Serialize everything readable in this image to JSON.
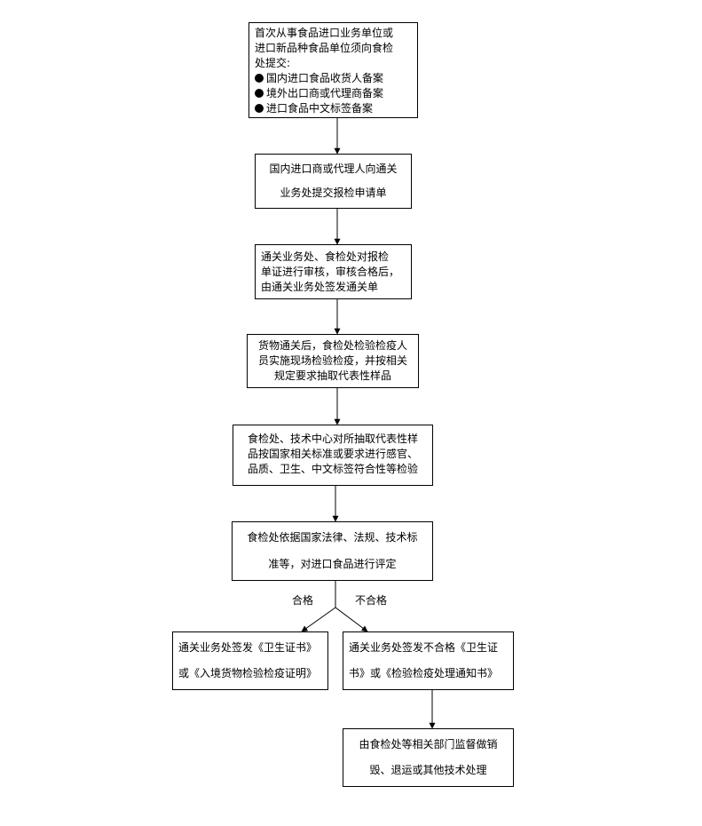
{
  "nodes": {
    "filing": {
      "lines": [
        "首次从事食品进口业务单位或",
        "进口新品种食品单位须向食检",
        "处提交:"
      ],
      "items": [
        "国内进口食品收货人备案",
        "境外出口商或代理商备案",
        "进口食品中文标签备案"
      ]
    },
    "declaration": {
      "lines": [
        "国内进口商或代理人向通关",
        "业务处提交报检申请单"
      ]
    },
    "review": {
      "lines": [
        "通关业务处、食检处对报检",
        "单证进行审核，审核合格后，",
        "由通关业务处签发通关单"
      ]
    },
    "inspection": {
      "lines": [
        "货物通关后，食检处检验检疫人",
        "员实施现场检验检疫，并按相关",
        "规定要求抽取代表性样品"
      ]
    },
    "lab_test": {
      "lines": [
        "食检处、技术中心对所抽取代表性样",
        "品按国家相关标准或要求进行感官、",
        "品质、卫生、中文标签符合性等检验"
      ]
    },
    "evaluation": {
      "lines": [
        "食检处依据国家法律、法规、技术标",
        "准等，对进口食品进行评定"
      ]
    },
    "pass_cert": {
      "lines": [
        "通关业务处签发《卫生证书》",
        "或《入境货物检验检疫证明》"
      ]
    },
    "fail_cert": {
      "lines": [
        "通关业务处签发不合格《卫生证",
        "书》或《检验检疫处理通知书》"
      ]
    },
    "disposal": {
      "lines": [
        "由食检处等相关部门监督做销",
        "毁、退运或其他技术处理"
      ]
    }
  },
  "branches": {
    "pass": "合格",
    "fail": "不合格"
  }
}
